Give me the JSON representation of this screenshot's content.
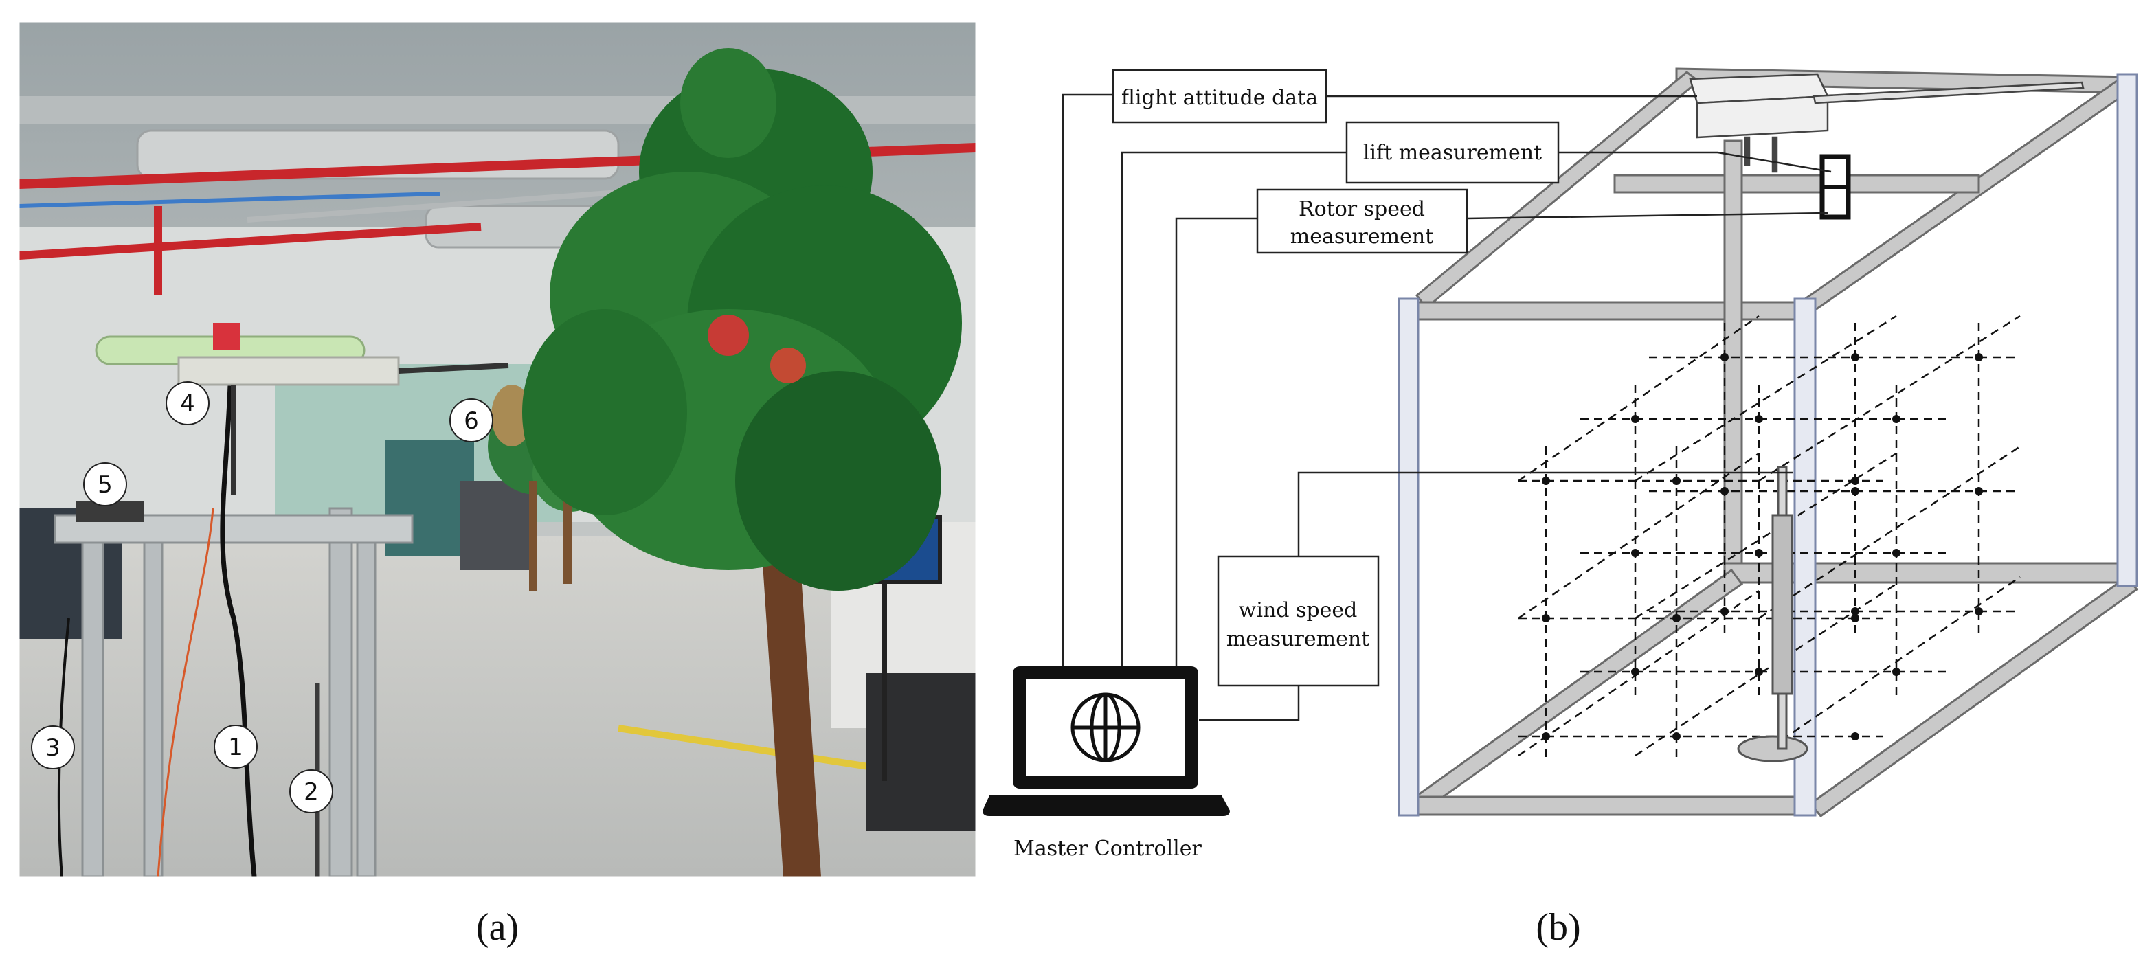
{
  "panel_a": {
    "caption": "(a)",
    "markers": [
      "1",
      "2",
      "3",
      "4",
      "5",
      "6"
    ]
  },
  "panel_b": {
    "caption": "(b)",
    "labels": {
      "flight_attitude": "flight attitude data",
      "lift": "lift measurement",
      "rotor_line1": "Rotor speed",
      "rotor_line2": "measurement",
      "wind_line1": "wind speed",
      "wind_line2": "measurement",
      "master": "Master Controller"
    }
  },
  "colors": {
    "frame_fill": "#c9c9c9",
    "frame_stroke": "#6b6b6b",
    "post_fill": "#e6e9f2",
    "post_stroke": "#7a86a8",
    "tree": "#1f6b2a",
    "trunk": "#6b3f25",
    "pipe_red": "#c8262b",
    "floor": "#c6c8c7",
    "ceiling": "#a8aeb0"
  }
}
